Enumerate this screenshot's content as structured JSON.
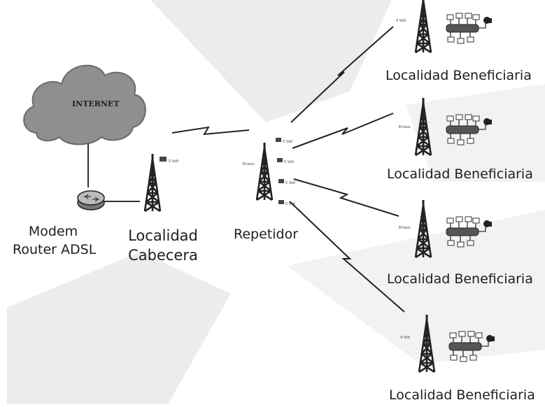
{
  "cloud": {
    "label": "INTERNET"
  },
  "modem": {
    "line1": "Modem",
    "line2": "Router ADSL"
  },
  "cabecera": {
    "line1": "Localidad",
    "line2": "Cabecera"
  },
  "repetidor": {
    "label": "Repetidor"
  },
  "beneficiarias": [
    {
      "label": "Localidad Beneficiaria"
    },
    {
      "label": "Localidad Beneficiaria"
    },
    {
      "label": "Localidad Beneficiaria"
    },
    {
      "label": "Localidad Beneficiaria"
    }
  ],
  "colors": {
    "tower": "#222222",
    "text": "#1e1e1e",
    "cloud": "#8f8f8f",
    "watermark": "#ececec"
  }
}
